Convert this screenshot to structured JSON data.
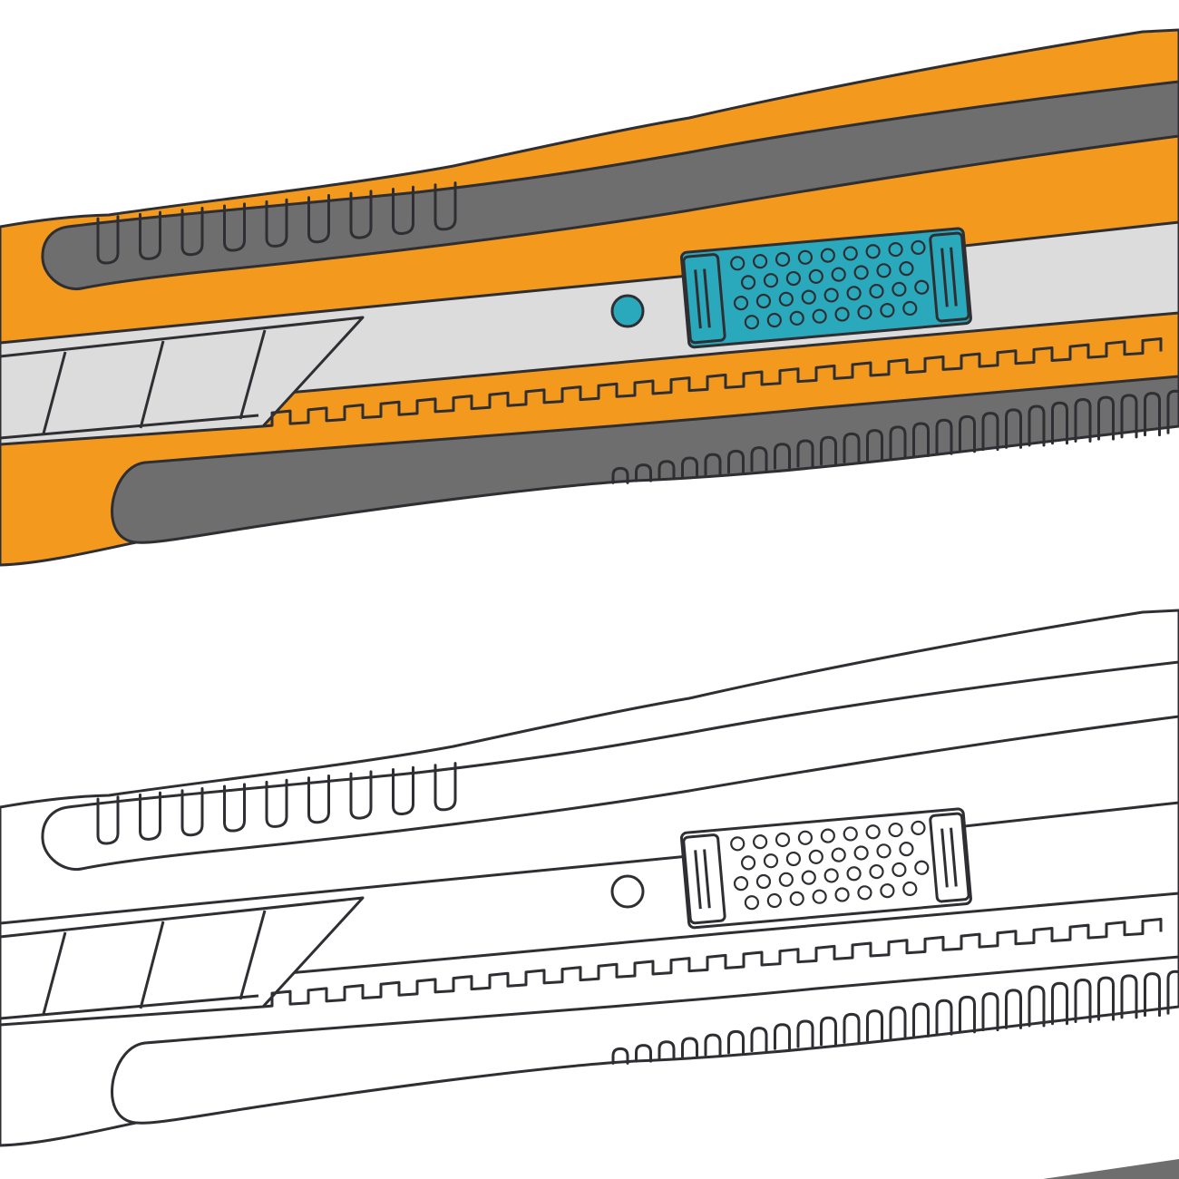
{
  "illustrations": [
    {
      "id": "colored",
      "variant": "colored",
      "palette": {
        "body": "#F39A1E",
        "grip": "#6E6E6E",
        "blade": "#DCDCDC",
        "slider": "#2AA9BC",
        "button": "#2AA9BC",
        "outline": "#2F2F33"
      }
    },
    {
      "id": "outline",
      "variant": "line-art",
      "palette": {
        "body": "#FFFFFF",
        "grip": "#FFFFFF",
        "blade": "#FFFFFF",
        "slider": "#FFFFFF",
        "button": "#FFFFFF",
        "outline": "#2F2F33"
      }
    }
  ],
  "icons": {
    "tool": "utility-knife-icon"
  }
}
